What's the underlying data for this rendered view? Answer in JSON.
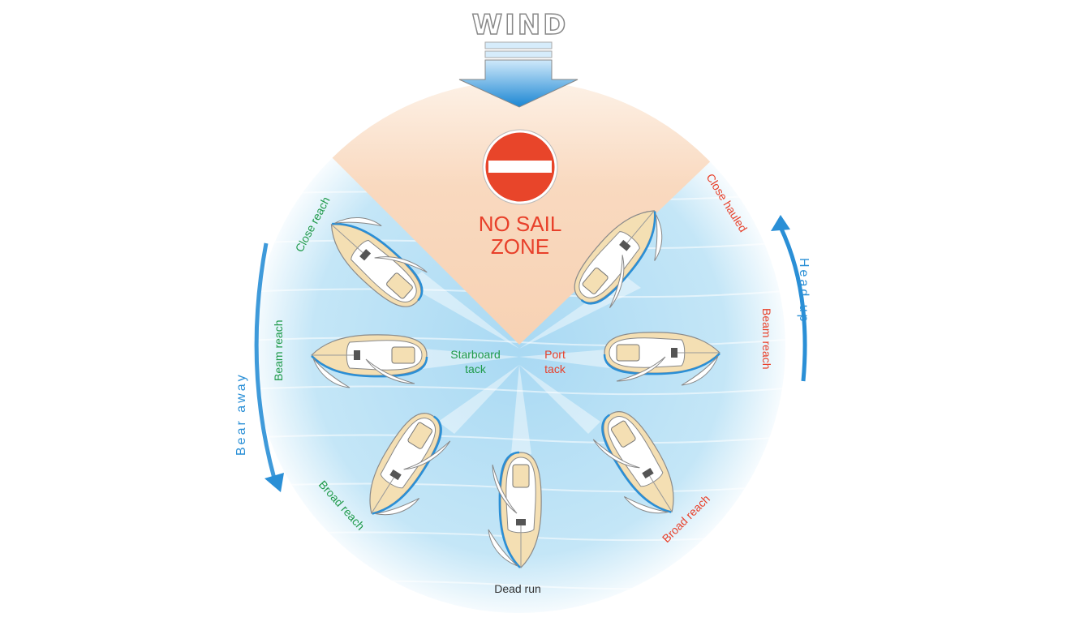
{
  "wind_label": "WIND",
  "no_sail_zone": {
    "line1": "NO SAIL",
    "line2": "ZONE"
  },
  "labels": {
    "close_reach": "Close reach",
    "beam_reach_left": "Beam reach",
    "broad_reach_left": "Broad reach",
    "starboard_line1": "Starboard",
    "starboard_line2": "tack",
    "port_line1": "Port",
    "port_line2": "tack",
    "close_hauled": "Close hauled",
    "beam_reach_right": "Beam reach",
    "broad_reach_right": "Broad reach",
    "dead_run": "Dead run",
    "bear_away": "Bear away",
    "head_up": "Head up"
  },
  "colors": {
    "starboard_green": "#1f9a4a",
    "port_red": "#e8402a",
    "arrow_blue": "#2a8fd6",
    "no_sail_zone_fill": "#f9dcc4",
    "water_blue": "#bfe3f6",
    "no_entry_red": "#e8452a"
  }
}
